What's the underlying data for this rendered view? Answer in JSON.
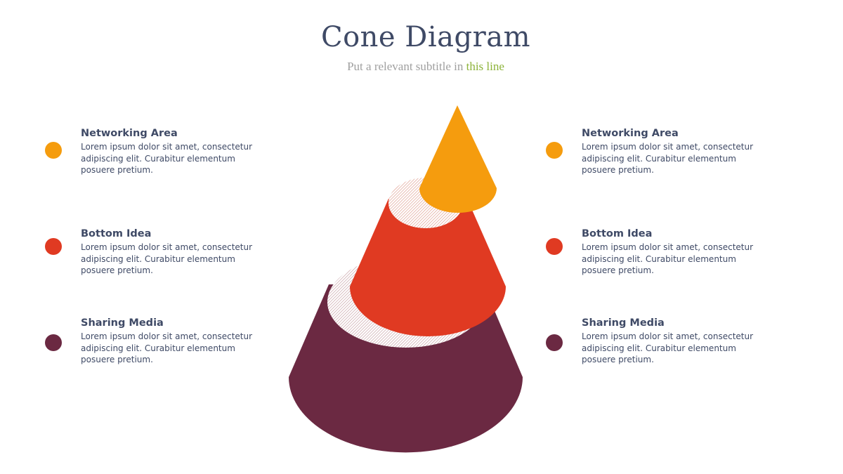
{
  "title": "Cone Diagram",
  "subtitle": {
    "prefix": "Put a relevant subtitle in ",
    "accent": "this line"
  },
  "colors": {
    "orange": "#f59c0e",
    "red": "#e03a22",
    "maroon": "#6b2942",
    "title": "#3f4a66",
    "subtitle": "#a0a0a0",
    "accent": "#8db33a"
  },
  "left_items": [
    {
      "title": "Networking Area",
      "text": "Lorem ipsum dolor sit amet, consectetur adipiscing elit. Curabitur elementum posuere pretium.",
      "color": "#f59c0e"
    },
    {
      "title": "Bottom Idea",
      "text": "Lorem ipsum dolor sit amet, consectetur adipiscing elit. Curabitur elementum posuere pretium.",
      "color": "#e03a22"
    },
    {
      "title": "Sharing Media",
      "text": "Lorem ipsum dolor sit amet, consectetur adipiscing elit. Curabitur elementum posuere pretium.",
      "color": "#6b2942"
    }
  ],
  "right_items": [
    {
      "title": "Networking Area",
      "text": "Lorem ipsum dolor sit amet, consectetur adipiscing elit. Curabitur elementum posuere pretium.",
      "color": "#f59c0e"
    },
    {
      "title": "Bottom Idea",
      "text": "Lorem ipsum dolor sit amet, consectetur adipiscing elit. Curabitur elementum posuere pretium.",
      "color": "#e03a22"
    },
    {
      "title": "Sharing Media",
      "text": "Lorem ipsum dolor sit amet, consectetur adipiscing elit. Curabitur elementum posuere pretium.",
      "color": "#6b2942"
    }
  ]
}
